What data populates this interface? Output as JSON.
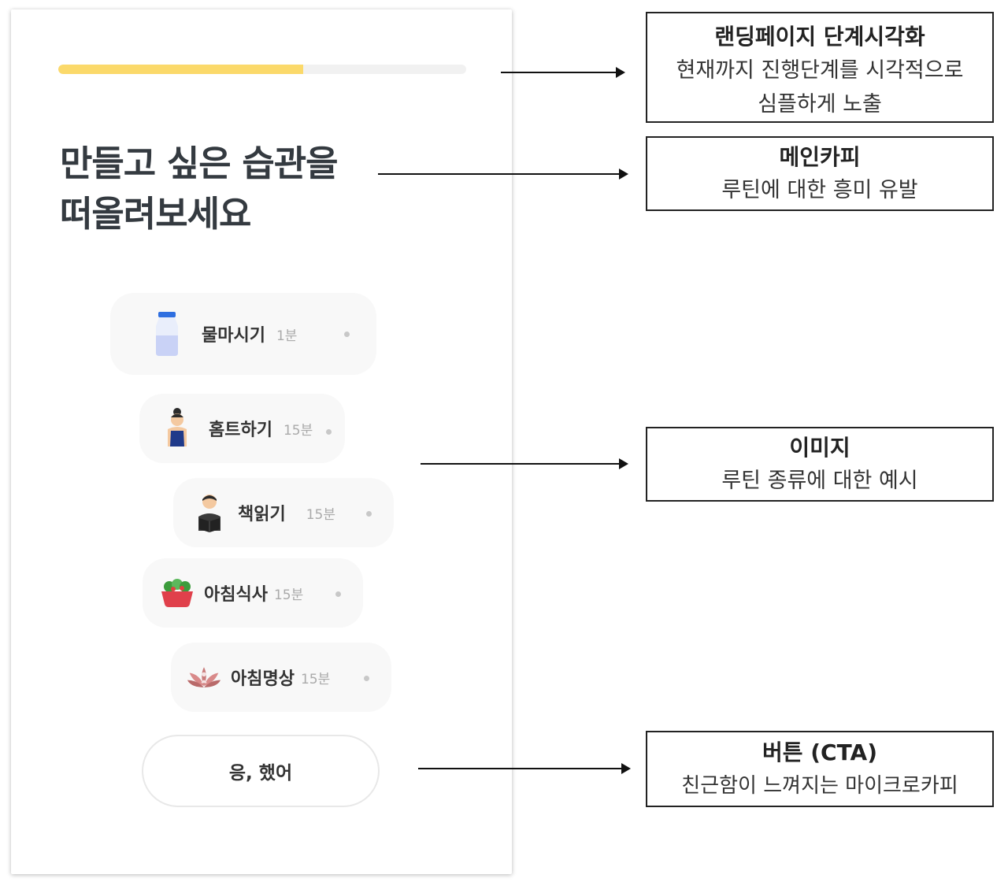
{
  "progress": {
    "value": 0.6
  },
  "headline": {
    "line1": "만들고 싶은 습관을",
    "line2": "떠올려보세요"
  },
  "routines": [
    {
      "name": "물마시기",
      "duration": "1분",
      "icon": "milk-bottle-icon"
    },
    {
      "name": "홈트하기",
      "duration": "15분",
      "icon": "workout-woman-icon"
    },
    {
      "name": "책읽기",
      "duration": "15분",
      "icon": "reading-person-icon"
    },
    {
      "name": "아침식사",
      "duration": "15분",
      "icon": "salad-bowl-icon"
    },
    {
      "name": "아침명상",
      "duration": "15분",
      "icon": "lotus-meditation-icon"
    }
  ],
  "cta": {
    "label": "응, 했어"
  },
  "annotations": [
    {
      "title": "랜딩페이지 단계시각화",
      "desc_line1": "현재까지 진행단계를 시각적으로",
      "desc_line2": "심플하게 노출"
    },
    {
      "title": "메인카피",
      "desc_line1": "루틴에 대한 흥미 유발"
    },
    {
      "title": "이미지",
      "desc_line1": "루틴 종류에 대한 예시"
    },
    {
      "title": "버튼 (CTA)",
      "desc_line1": "친근함이 느껴지는 마이크로카피"
    }
  ],
  "colors": {
    "progress_fill": "#fbd96a",
    "progress_track": "#f1f1f1",
    "card_bg": "#f8f8f8"
  }
}
